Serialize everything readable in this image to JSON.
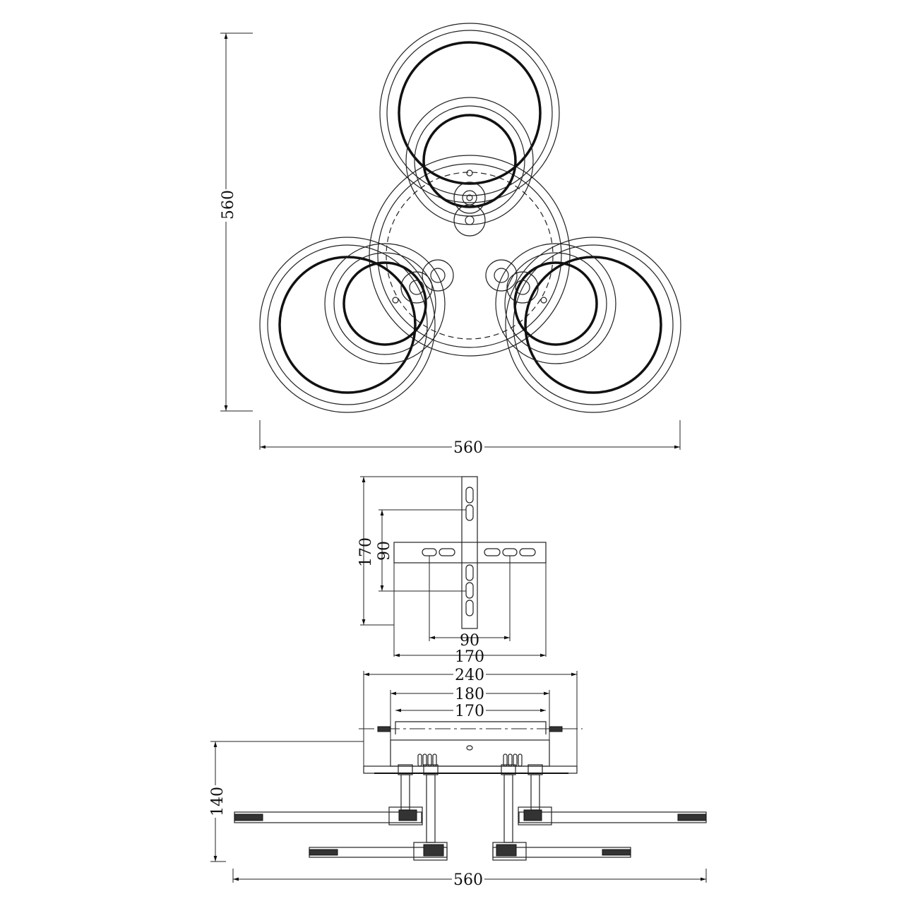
{
  "top_view": {
    "height_label": "560",
    "width_label": "560"
  },
  "mounting_plate": {
    "outer_v_label": "170",
    "inner_v_label": "90",
    "inner_h_label": "90",
    "outer_h_label": "170"
  },
  "side_view": {
    "canopy_width_label": "240",
    "bracket_width_label": "180",
    "rail_width_label": "170",
    "height_label": "140",
    "total_width_label": "560"
  }
}
